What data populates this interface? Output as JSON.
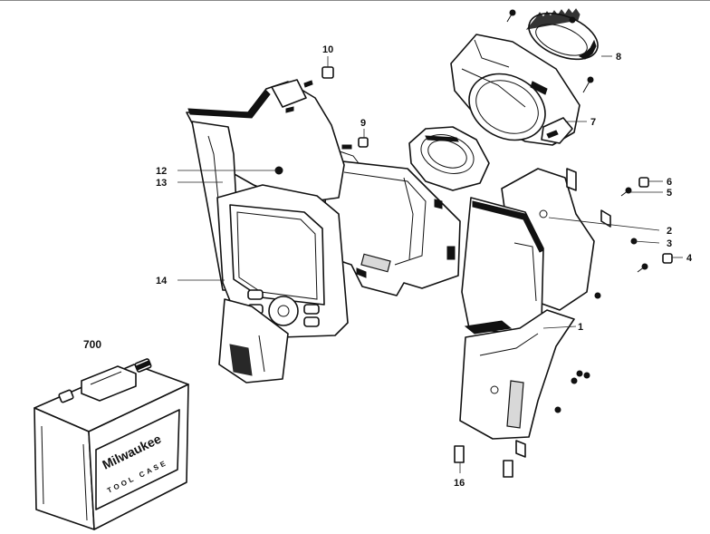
{
  "callouts": {
    "c1": "1",
    "c2": "2",
    "c3": "3",
    "c4": "4",
    "c5": "5",
    "c6": "6",
    "c7": "7",
    "c8": "8",
    "c9": "9",
    "c10": "10",
    "c12": "12",
    "c13": "13",
    "c14": "14",
    "c16": "16",
    "c700": "700"
  },
  "case_brand_text": "Milwaukee",
  "case_sub_text": "TOOL CASE"
}
